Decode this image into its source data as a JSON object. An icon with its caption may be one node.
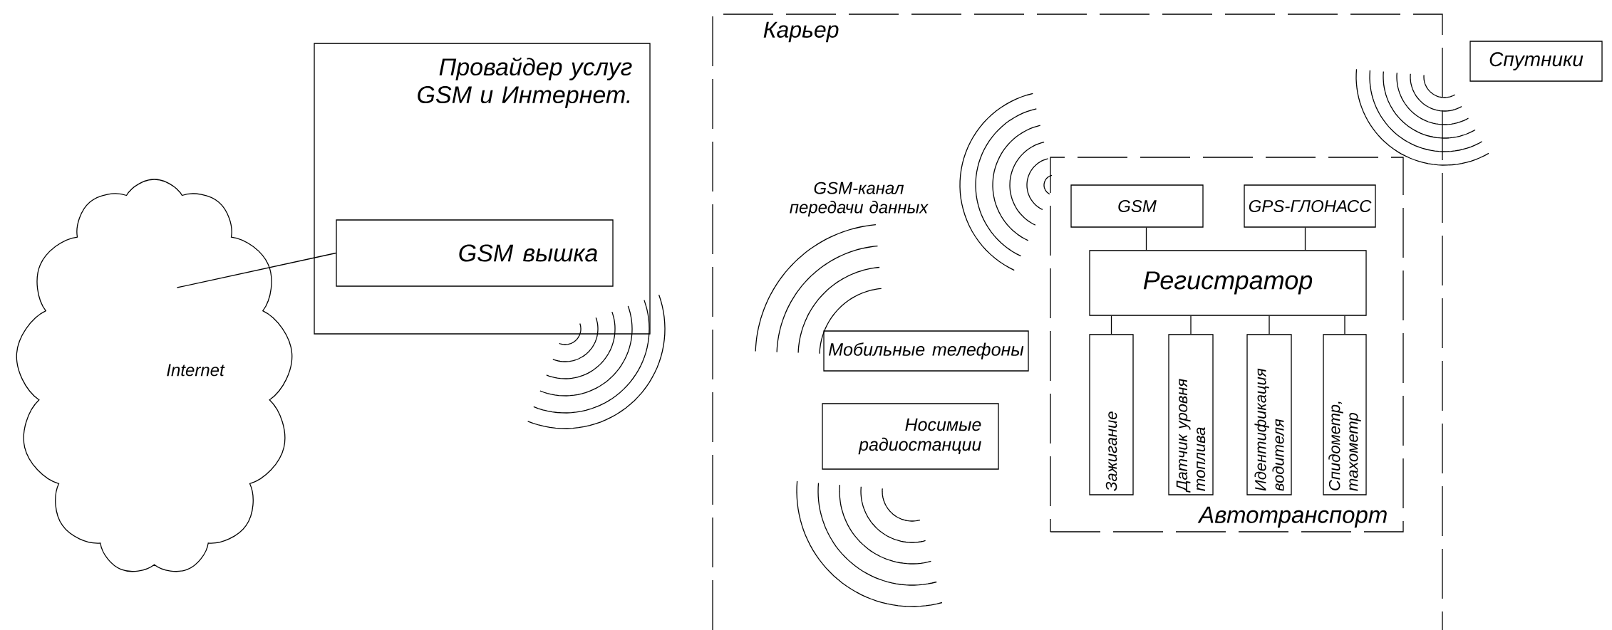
{
  "diagram": {
    "nodes": [
      {
        "text": [
          "Internet"
        ]
      },
      {
        "text": [
          "Провайдер услуг GSM и Интернет."
        ]
      },
      {
        "text": [
          "GSM вышка"
        ],
        "in": 1
      },
      {
        "text": [
          "Карьер"
        ]
      },
      {
        "text": [
          "Спутники"
        ]
      },
      {
        "text": [
          "Мобильные телефоны"
        ],
        "in": 3
      },
      {
        "text": [
          "Носимые радиостанции"
        ],
        "in": 3
      },
      {
        "text": [
          "Автотранспорт"
        ],
        "in": 3
      },
      {
        "text": [
          "GSM"
        ],
        "in": 7
      },
      {
        "text": [
          "GPS-ГЛОНАСС"
        ],
        "in": 7
      },
      {
        "text": [
          "Регистратор"
        ],
        "in": 7
      },
      {
        "text": [
          "Зажигание"
        ],
        "in": 7
      },
      {
        "text": [
          "Датчик уровня топлива"
        ],
        "in": 7
      },
      {
        "text": [
          "Идентификация водителя"
        ],
        "in": 7
      },
      {
        "text": [
          "Спидометр, тахометр"
        ],
        "in": 7
      }
    ],
    "edges": [
      {
        "from": 0,
        "to": 2,
        "arrow": "none"
      },
      {
        "from": 8,
        "to": 10,
        "arrow": "none"
      },
      {
        "from": 9,
        "to": 10,
        "arrow": "none"
      },
      {
        "from": 10,
        "to": 11,
        "arrow": "none"
      },
      {
        "from": 10,
        "to": 12,
        "arrow": "none"
      },
      {
        "from": 10,
        "to": 13,
        "arrow": "none"
      },
      {
        "from": 10,
        "to": 14,
        "arrow": "none"
      }
    ],
    "labels": [
      "GSM-канал передачи данных"
    ]
  }
}
